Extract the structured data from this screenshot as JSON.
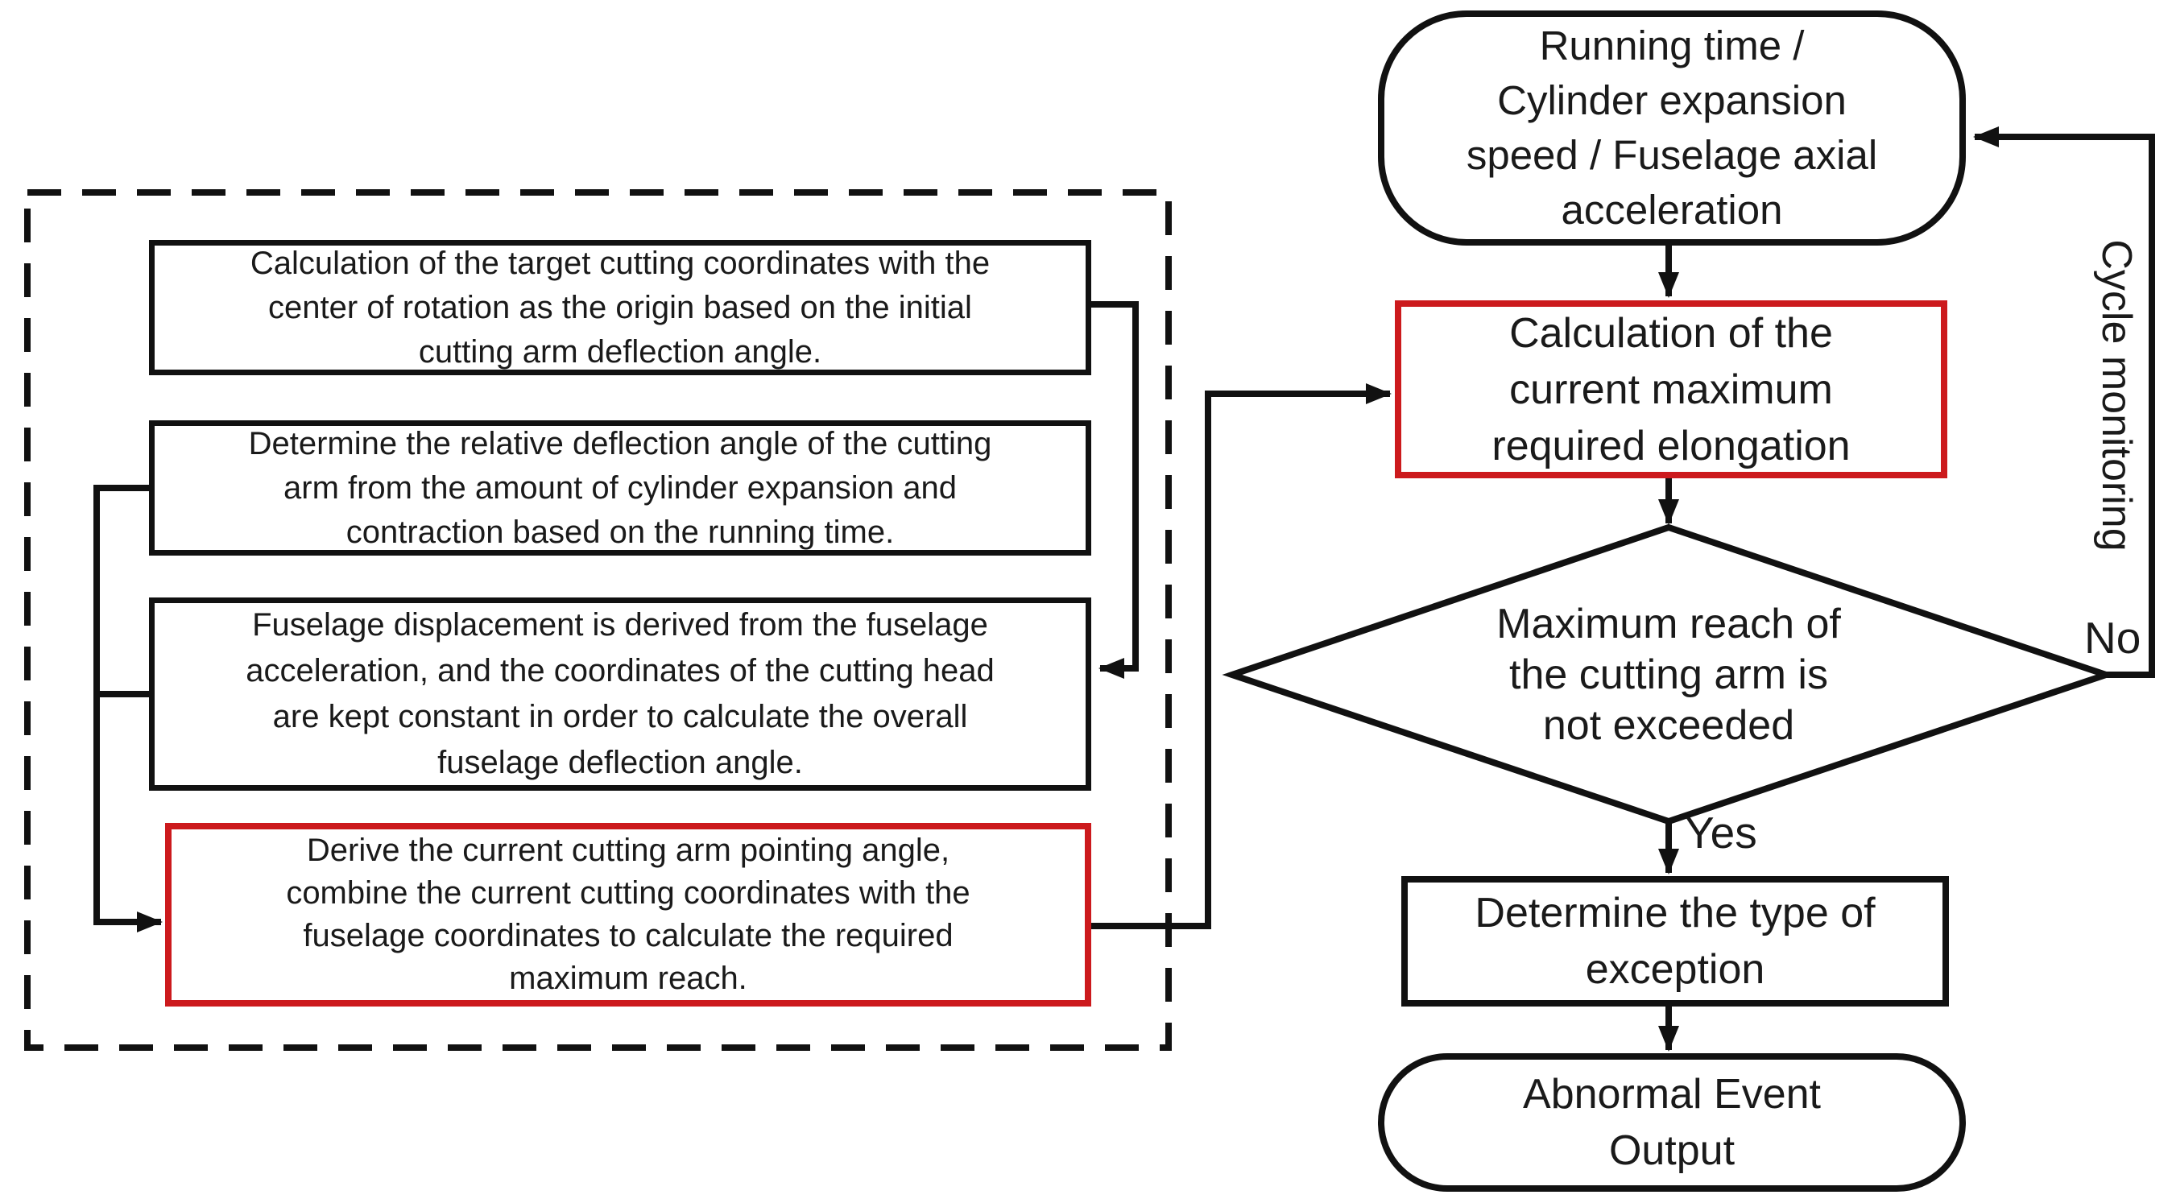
{
  "colors": {
    "line": "#111111",
    "accent_red": "#cc1a1d",
    "text": "#1a1a1a",
    "background": "#ffffff"
  },
  "left_panel": {
    "box_target_coords": "Calculation of the target cutting coordinates with the\ncenter of rotation as the origin based on the initial\ncutting arm deflection angle.",
    "box_relative_angle": "Determine the relative deflection angle of the cutting\narm from the amount of cylinder expansion and\ncontraction based on the running time.",
    "box_fuselage_displacement": "Fuselage displacement is derived from the fuselage\nacceleration, and the coordinates of the cutting head\nare kept constant in order to calculate the overall\nfuselage deflection angle.",
    "box_derive_reach": "Derive the current cutting arm pointing angle,\ncombine the current cutting coordinates with the\nfuselage coordinates to calculate the required\nmaximum reach."
  },
  "flowchart": {
    "start_terminator": "Running time /\nCylinder expansion\nspeed / Fuselage axial\nacceleration",
    "calc_elongation": "Calculation of the\ncurrent maximum\nrequired elongation",
    "decision": "Maximum reach of\nthe cutting arm is\nnot exceeded",
    "determine_exception": "Determine the type of\nexception",
    "output_terminator": "Abnormal Event\nOutput",
    "label_yes": "Yes",
    "label_no": "No",
    "label_loop": "Cycle monitoring"
  }
}
